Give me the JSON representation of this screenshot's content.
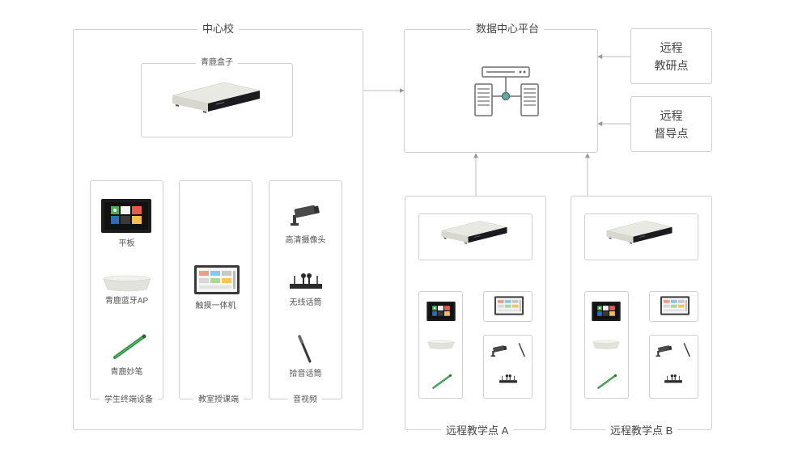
{
  "main_school": {
    "title": "中心校",
    "box": {
      "title": "青鹿盒子"
    },
    "groups": [
      {
        "label": "学生终端设备",
        "items": [
          "平板",
          "青鹿蓝牙AP",
          "青鹿妙笔"
        ]
      },
      {
        "label": "教室授课端",
        "items": [
          "触摸一体机"
        ]
      },
      {
        "label": "音视频",
        "items": [
          "高清摄像头",
          "无线话筒",
          "拾音话筒"
        ]
      }
    ]
  },
  "data_center": {
    "title": "数据中心平台"
  },
  "remote_research": {
    "line1": "远程",
    "line2": "教研点"
  },
  "remote_supervision": {
    "line1": "远程",
    "line2": "督导点"
  },
  "remote_a": {
    "title": "远程教学点 A"
  },
  "remote_b": {
    "title": "远程教学点 B"
  },
  "colors": {
    "border": "#cfcfcf",
    "line": "#bdbdbd",
    "text": "#555555"
  }
}
